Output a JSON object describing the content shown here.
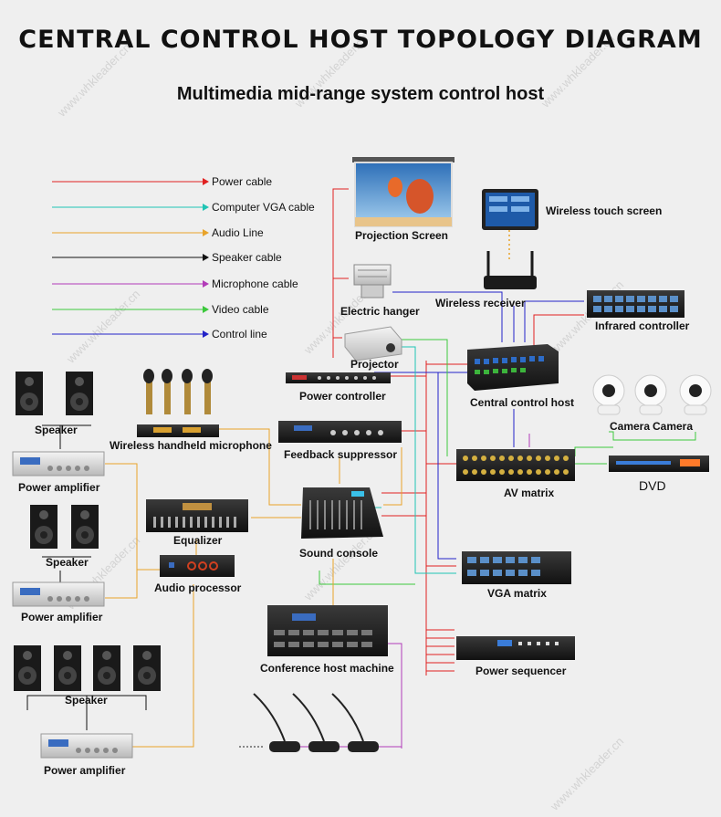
{
  "title": "CENTRAL CONTROL HOST TOPOLOGY DIAGRAM",
  "subtitle": "Multimedia mid-range system control host",
  "watermark": "www.whkleader.cn",
  "colors": {
    "power": "#e02020",
    "vga": "#1fc4b4",
    "audio": "#e8a32a",
    "speaker": "#111111",
    "microphone": "#b23bb8",
    "video": "#3cc83c",
    "control": "#2323c8"
  },
  "legend": [
    {
      "key": "power",
      "label": "Power cable"
    },
    {
      "key": "vga",
      "label": "Computer VGA cable"
    },
    {
      "key": "audio",
      "label": "Audio Line"
    },
    {
      "key": "speaker",
      "label": "Speaker cable"
    },
    {
      "key": "microphone",
      "label": "Microphone cable"
    },
    {
      "key": "video",
      "label": "Video cable"
    },
    {
      "key": "control",
      "label": "Control line"
    }
  ],
  "devices": {
    "projection_screen": "Projection Screen",
    "wireless_touch_screen": "Wireless touch screen",
    "electric_hanger": "Electric hanger",
    "wireless_receiver": "Wireless receiver",
    "infrared_controller": "Infrared controller",
    "projector": "Projector",
    "power_controller": "Power controller",
    "central_control_host": "Central control host",
    "camera_1": "Camera",
    "camera_2": "Camera",
    "speaker_1": "Speaker",
    "power_amplifier_1": "Power amplifier",
    "wireless_mic": "Wireless handheld microphone",
    "feedback_suppressor": "Feedback suppressor",
    "av_matrix": "AV matrix",
    "dvd": "DVD",
    "equalizer": "Equalizer",
    "sound_console": "Sound console",
    "speaker_2": "Speaker",
    "audio_processor": "Audio processor",
    "power_amplifier_2": "Power amplifier",
    "vga_matrix": "VGA matrix",
    "conference_host": "Conference  host machine",
    "power_sequencer": "Power sequencer",
    "speaker_3": "Speaker",
    "power_amplifier_3": "Power amplifier"
  }
}
